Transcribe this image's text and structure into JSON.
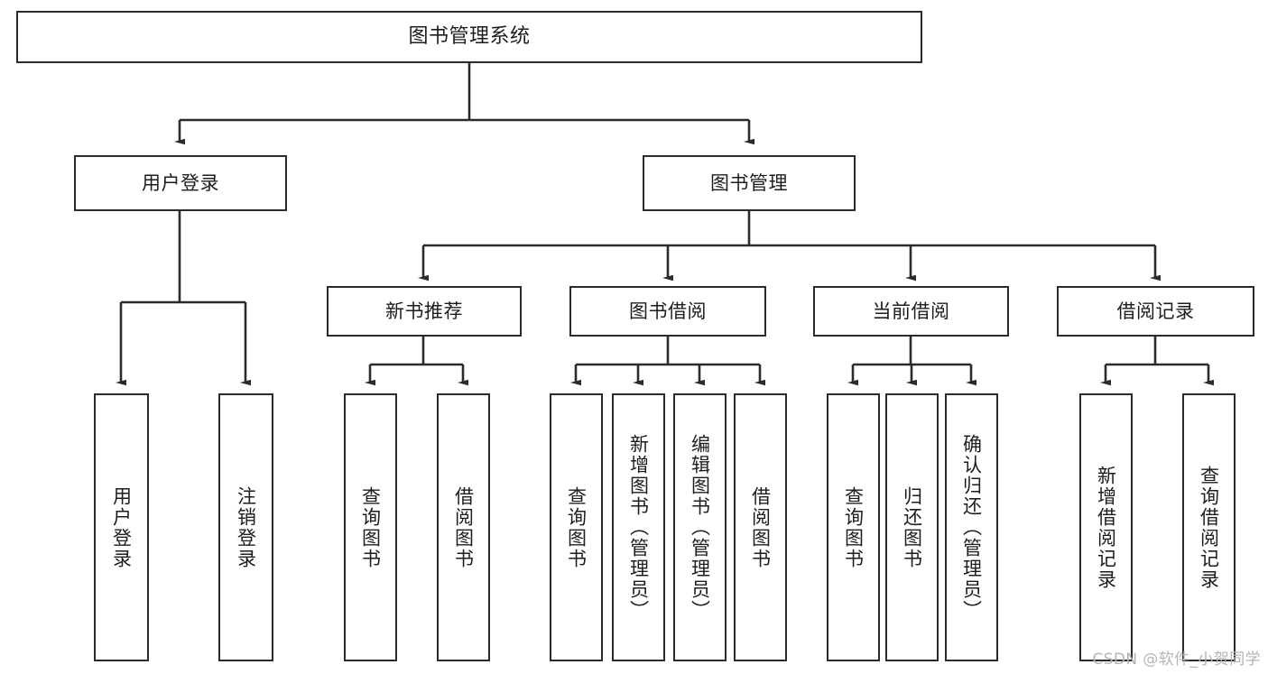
{
  "diagram": {
    "title": "图书管理系统",
    "watermark": "CSDN @软件_小贺同学",
    "colors": {
      "stroke": "#2b2b2b",
      "fill": "#ffffff",
      "text": "#1d1d1d",
      "watermark": "#b4b4b4"
    },
    "root": {
      "label": "图书管理系统"
    },
    "level2": {
      "user_login": "用户登录",
      "book_manage": "图书管理"
    },
    "level3": {
      "new_book_rec": "新书推荐",
      "book_borrow": "图书借阅",
      "current_borrow": "当前借阅",
      "borrow_record": "借阅记录"
    },
    "leaves": {
      "user_login_1": "用户登录",
      "user_login_2": "注销登录",
      "new_book_rec_1": "查询图书",
      "new_book_rec_2": "借阅图书",
      "book_borrow_1": "查询图书",
      "book_borrow_2": "新增图书（管理员）",
      "book_borrow_3": "编辑图书（管理员）",
      "book_borrow_4": "借阅图书",
      "current_borrow_1": "查询图书",
      "current_borrow_2": "归还图书",
      "current_borrow_3": "确认归还（管理员）",
      "borrow_record_1": "新增借阅记录",
      "borrow_record_2": "查询借阅记录"
    }
  }
}
